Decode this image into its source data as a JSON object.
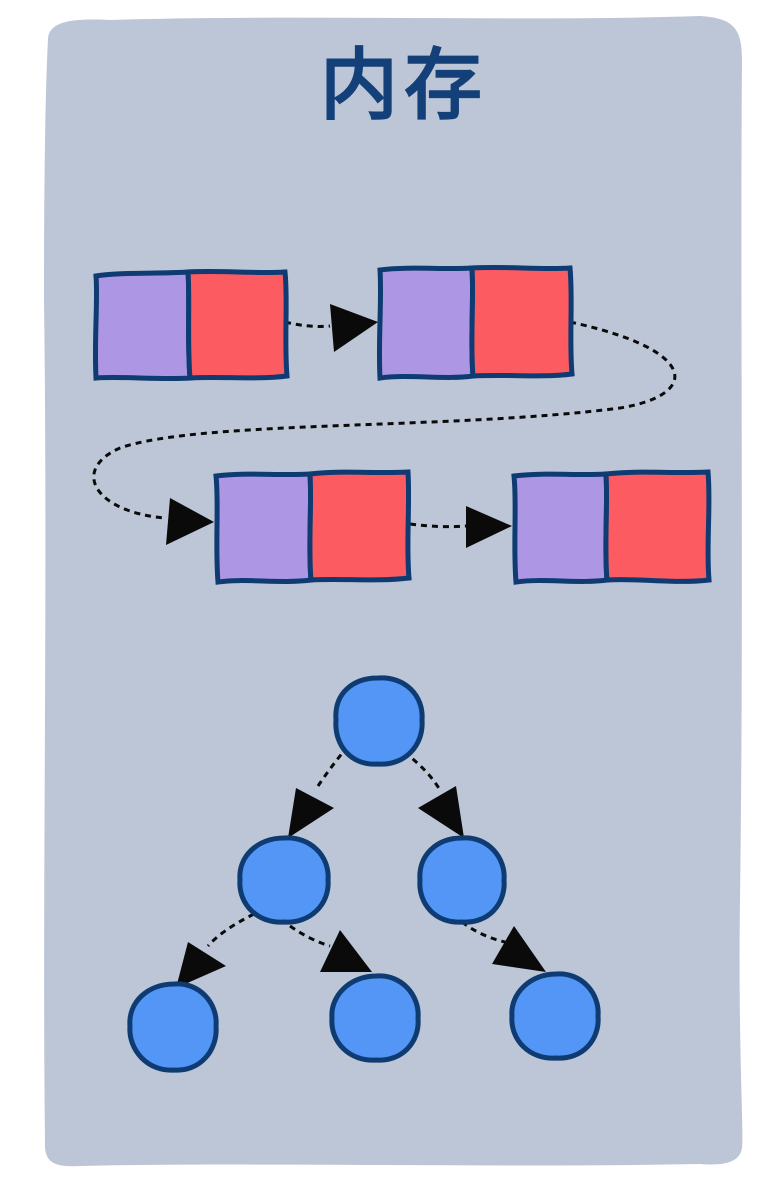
{
  "title": "内存",
  "colors": {
    "background": "#bcc6d6",
    "outline": "#0f3b73",
    "title": "#14407a",
    "node_value_cell": "#ad96e3",
    "node_pointer_cell": "#fc5b62",
    "tree_node": "#5396f5",
    "arrow": "#0a0a0a"
  },
  "linked_list": {
    "node_count": 4,
    "connection": "dashed-arrow",
    "nodes": [
      {
        "data_name": "list-node-1",
        "value_cell": "value-cell",
        "pointer_cell": "pointer-cell"
      },
      {
        "data_name": "list-node-2",
        "value_cell": "value-cell",
        "pointer_cell": "pointer-cell"
      },
      {
        "data_name": "list-node-3",
        "value_cell": "value-cell",
        "pointer_cell": "pointer-cell"
      },
      {
        "data_name": "list-node-4",
        "value_cell": "value-cell",
        "pointer_cell": "pointer-cell"
      }
    ]
  },
  "binary_tree": {
    "node_count": 6,
    "connection": "dashed-arrow",
    "nodes": [
      "root",
      "left",
      "right",
      "left-left",
      "left-right",
      "right-right"
    ]
  }
}
